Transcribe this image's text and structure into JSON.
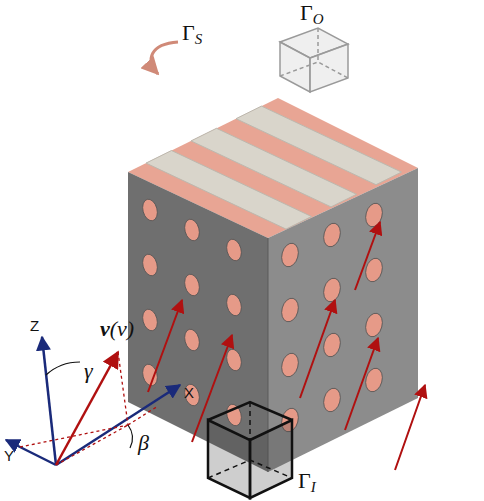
{
  "diagram": {
    "labels": [
      "ΓO",
      "ΓS",
      "v(v)",
      "Z",
      "γ",
      "β",
      "X",
      "Y",
      "ΓI"
    ]
  }
}
